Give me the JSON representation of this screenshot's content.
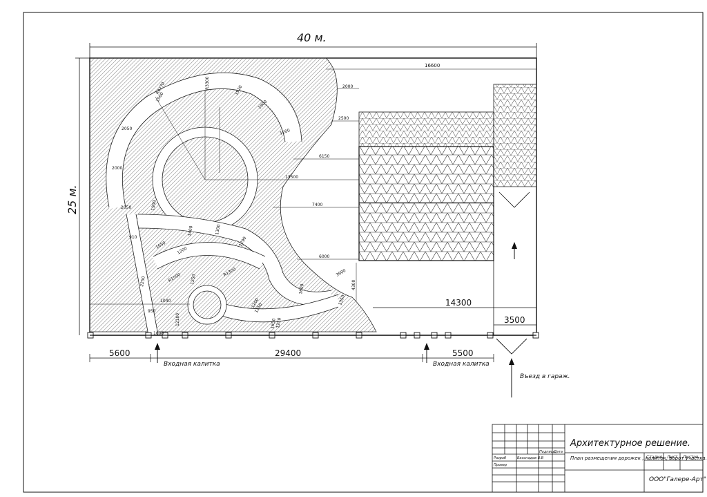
{
  "plan": {
    "width_label": "40 м.",
    "height_label": "25 м.",
    "gate_left_label": "Входная калитка",
    "gate_right_label": "Входная калитка",
    "garage_entry_label": "Въезд в гараж."
  },
  "dimensions": {
    "bottom": [
      "5600",
      "29400",
      "5500"
    ],
    "right": [
      "14300",
      "3500"
    ],
    "top_right": "16600",
    "inner": [
      "R4270",
      "R3300",
      "1500",
      "1920",
      "1900",
      "1200",
      "2050",
      "2000",
      "2050",
      "910",
      "1900",
      "2250",
      "1650",
      "1200",
      "1400",
      "1300",
      "1290",
      "R1500",
      "1250",
      "R1300",
      "1600",
      "1250",
      "1250",
      "950",
      "1000",
      "1040",
      "12100",
      "2000",
      "2500",
      "6150",
      "13500",
      "7400",
      "6000",
      "3900",
      "4300",
      "1350",
      "1650",
      "1200"
    ]
  },
  "title_block": {
    "title": "Архитектурное решение.",
    "description": "План размещения дорожек , калиток, ворот участка.",
    "company": "ООО\"Галере-Арт\"",
    "col_headers": [
      "Стадия",
      "Лист",
      "Листов"
    ],
    "sign_headers": [
      "Подпись",
      "Дата"
    ],
    "row_labels": [
      "Разраб",
      "Провер"
    ],
    "developer": "Басонадов В.В"
  }
}
